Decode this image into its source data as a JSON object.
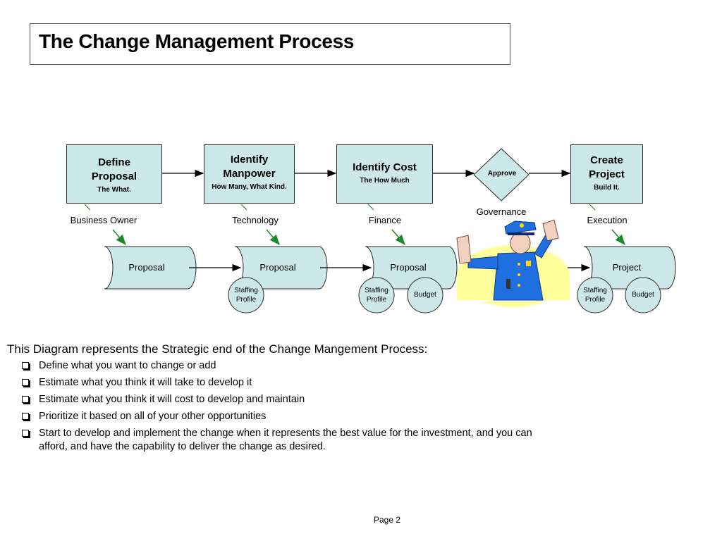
{
  "title": "The Change Management Process",
  "stages": [
    {
      "title": "Define Proposal",
      "subtitle": "The What.",
      "role": "Business Owner"
    },
    {
      "title": "Identify Manpower",
      "subtitle": "How Many, What Kind.",
      "role": "Technology"
    },
    {
      "title": "Identify Cost",
      "subtitle": "The How Much",
      "role": "Finance"
    },
    {
      "title": "Create Project",
      "subtitle": "Build It.",
      "role": "Execution"
    }
  ],
  "approve": {
    "label": "Approve",
    "role": "Governance"
  },
  "artifacts": {
    "cylinders": [
      "Proposal",
      "Proposal",
      "Proposal",
      "Project"
    ],
    "staffing_profile": "Staffing Profile",
    "budget": "Budget"
  },
  "description": {
    "intro": "This Diagram represents the Strategic end of the  Change Mangement Process:",
    "bullets": [
      "Define what you want to change or add",
      "Estimate what you think it will take to develop it",
      "Estimate what you think it will cost to develop and maintain",
      "Prioritize it based on all of your other opportunities",
      "Start to develop and implement the change when it represents the best value for the investment, and you can afford, and have the capability to deliver the change as desired."
    ]
  },
  "footer": {
    "page": "Page 2"
  },
  "colors": {
    "box_fill": "#cce8e8",
    "arrow_green": "#1a8a2a",
    "highlight": "#ffff99"
  }
}
